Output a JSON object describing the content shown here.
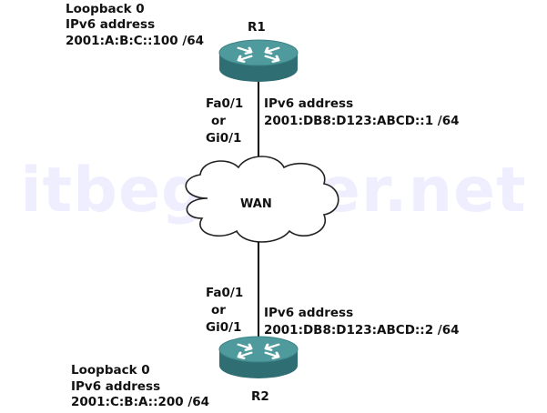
{
  "watermark": "itbeginner.net",
  "routers": {
    "r1": {
      "name": "R1"
    },
    "r2": {
      "name": "R2"
    }
  },
  "cloud": {
    "label": "WAN"
  },
  "labels": {
    "r1_loopback": [
      "Loopback 0",
      "IPv6 address",
      "2001:A:B:C::100 /64"
    ],
    "r1_interface": [
      "Fa0/1",
      "or",
      "Gi0/1"
    ],
    "r1_wan_address": [
      "IPv6 address",
      "2001:DB8:D123:ABCD::1 /64"
    ],
    "r2_interface": [
      "Fa0/1",
      "or",
      "Gi0/1"
    ],
    "r2_wan_address": [
      "IPv6 address",
      "2001:DB8:D123:ABCD::2 /64"
    ],
    "r2_loopback": [
      "Loopback 0",
      "IPv6 address",
      "2001:C:B:A::200 /64"
    ]
  },
  "colors": {
    "router_top": "#4e9a9c",
    "router_side": "#2f6f74",
    "arrows": "#ffffff",
    "cloud_fill": "#ffffff",
    "cloud_stroke": "#222222",
    "link": "#000000",
    "watermark": "#eeeeff"
  }
}
